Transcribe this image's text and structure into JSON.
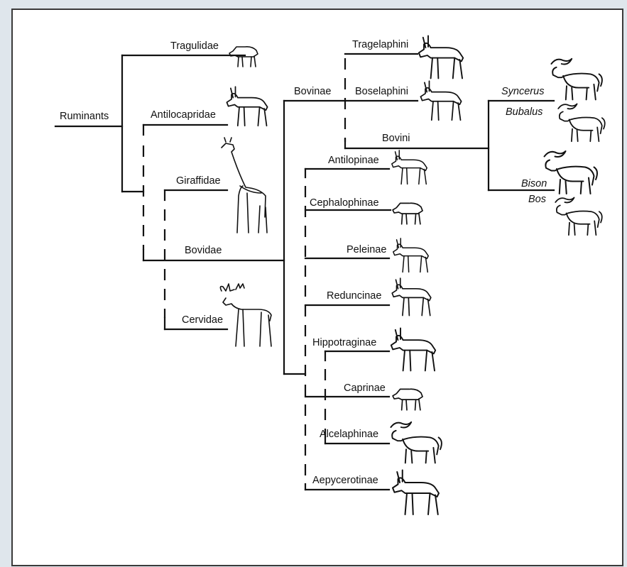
{
  "diagram": {
    "root": "Ruminants",
    "families": {
      "tragulidae": "Tragulidae",
      "antilocapridae": "Antilocapridae",
      "giraffidae": "Giraffidae",
      "bovidae": "Bovidae",
      "cervidae": "Cervidae"
    },
    "bovidae_subfamilies": {
      "bovinae": "Bovinae",
      "antilopinae": "Antilopinae",
      "cephalophinae": "Cephalophinae",
      "peleinae": "Peleinae",
      "reduncinae": "Reduncinae",
      "hippotraginae": "Hippotraginae",
      "caprinae": "Caprinae",
      "alcelaphinae": "Alcelaphinae",
      "aepycerotinae": "Aepycerotinae"
    },
    "bovinae_tribes": {
      "tragelaphini": "Tragelaphini",
      "boselaphini": "Boselaphini",
      "bovini": "Bovini"
    },
    "bovini_genera": {
      "syncerus": "Syncerus",
      "bubalus": "Bubalus",
      "bison": "Bison",
      "bos": "Bos"
    },
    "animal_icons": [
      "mouse-deer-icon",
      "pronghorn-icon",
      "giraffe-icon",
      "deer-icon",
      "kudu-icon",
      "nilgai-icon",
      "gazelle-icon",
      "duiker-icon",
      "rhebok-icon",
      "reedbuck-icon",
      "sable-antelope-icon",
      "goat-icon",
      "wildebeest-icon",
      "impala-icon",
      "cape-buffalo-icon",
      "water-buffalo-icon",
      "bison-icon",
      "cattle-icon"
    ]
  }
}
